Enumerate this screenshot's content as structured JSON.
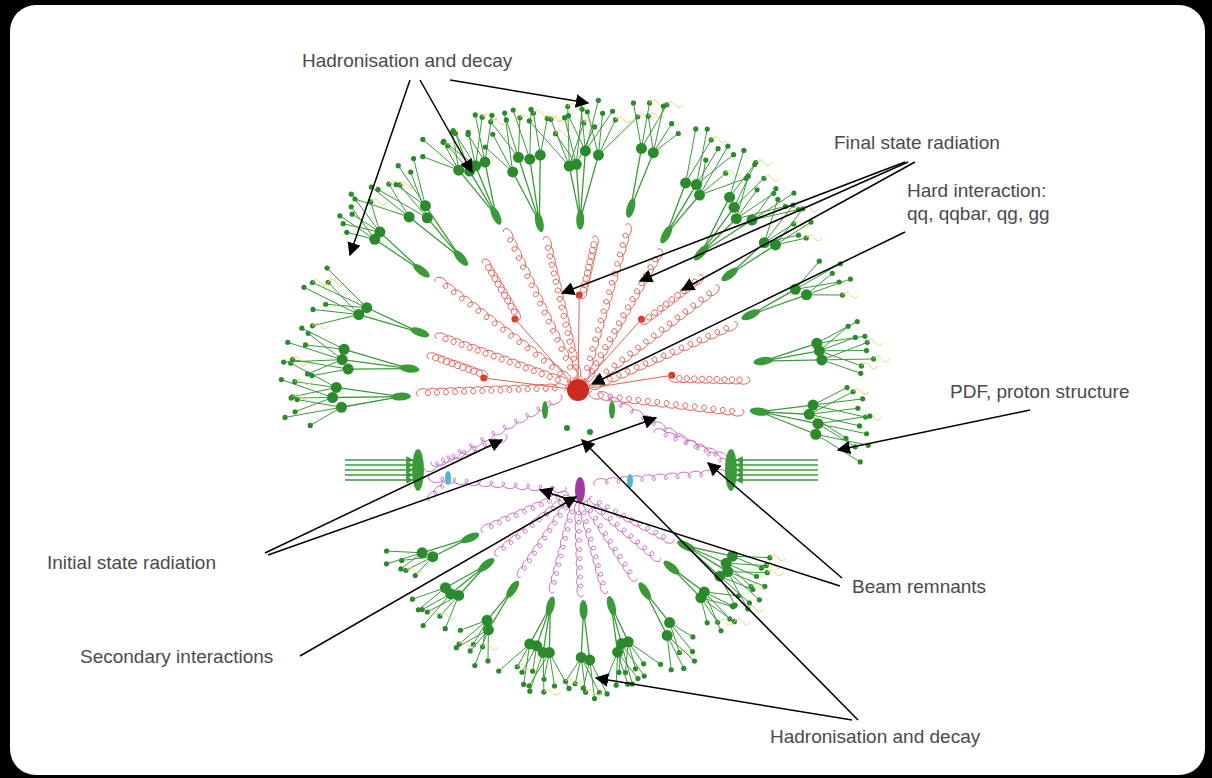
{
  "diagram": {
    "labels": [
      "Hadronisation and decay",
      "Final state radiation",
      "Hard interaction: qq, qqbar, qg, gg",
      "PDF, proton structure",
      "Initial state radiation",
      "Beam remnants",
      "Secondary interactions",
      "Hadronisation and decay"
    ]
  }
}
